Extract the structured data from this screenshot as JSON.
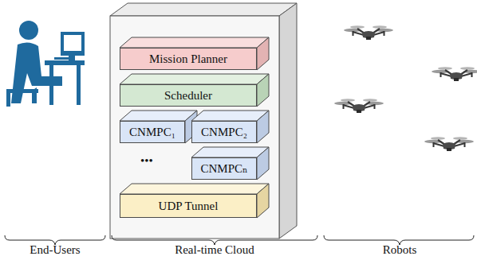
{
  "diagram": {
    "nodes": [
      {
        "text": [
          "Mission Planner"
        ]
      },
      {
        "text": [
          "Scheduler"
        ]
      },
      {
        "text": [
          "CNMPC₁"
        ]
      },
      {
        "text": [
          "CNMPC₂"
        ]
      },
      {
        "text": [
          "CNMPCₙ"
        ]
      },
      {
        "text": [
          "UDP Tunnel"
        ]
      }
    ],
    "labels": [
      "•••",
      "End-Users",
      "Real-time Cloud",
      "Robots"
    ]
  }
}
